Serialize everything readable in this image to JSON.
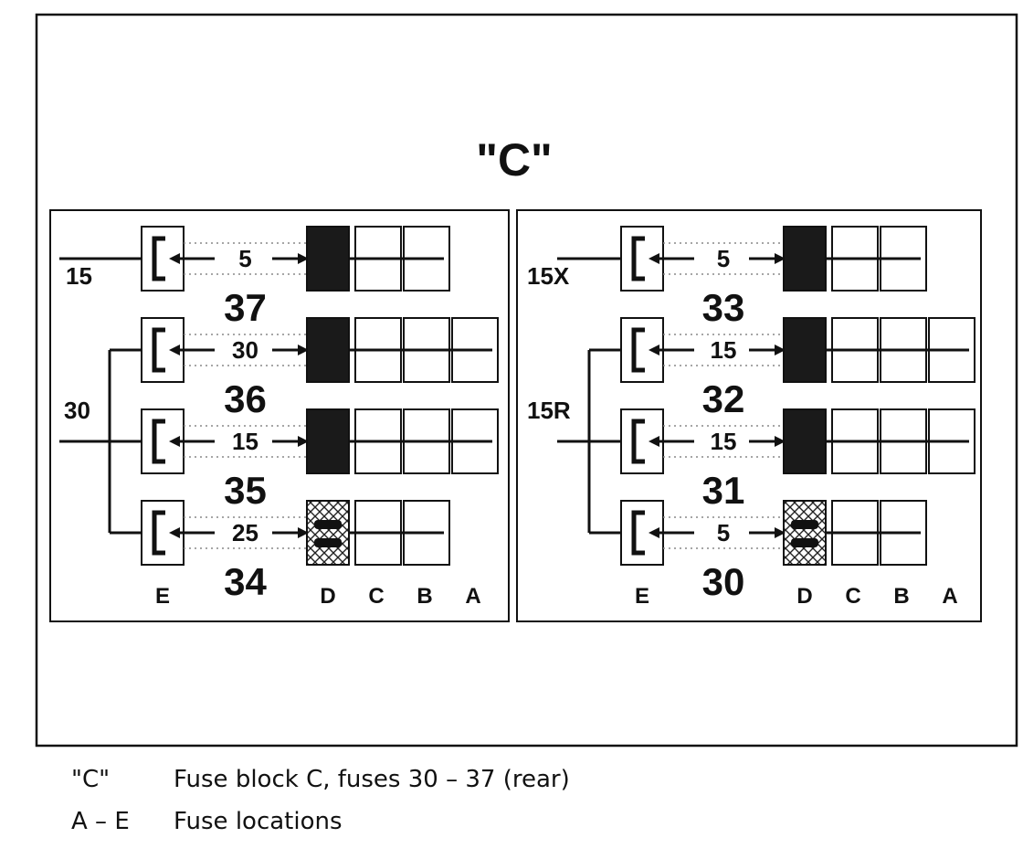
{
  "title": "\"C\"",
  "column_labels": [
    "E",
    "D",
    "C",
    "B",
    "A"
  ],
  "panels": [
    {
      "id": "left",
      "top_input": "15",
      "bus_input": "30",
      "rows": [
        {
          "amp": "5",
          "fuse": "37",
          "cells": 3,
          "type": "solid"
        },
        {
          "amp": "30",
          "fuse": "36",
          "cells": 4,
          "type": "solid"
        },
        {
          "amp": "15",
          "fuse": "35",
          "cells": 4,
          "type": "solid"
        },
        {
          "amp": "25",
          "fuse": "34",
          "cells": 3,
          "type": "hatched"
        }
      ]
    },
    {
      "id": "right",
      "top_input": "15X",
      "bus_input": "15R",
      "rows": [
        {
          "amp": "5",
          "fuse": "33",
          "cells": 3,
          "type": "solid"
        },
        {
          "amp": "15",
          "fuse": "32",
          "cells": 4,
          "type": "solid"
        },
        {
          "amp": "15",
          "fuse": "31",
          "cells": 4,
          "type": "solid"
        },
        {
          "amp": "5",
          "fuse": "30",
          "cells": 3,
          "type": "hatched"
        }
      ]
    }
  ],
  "legend": [
    {
      "key": "\"C\"",
      "text": "Fuse block C, fuses 30 – 37 (rear)"
    },
    {
      "key": "A – E",
      "text": "Fuse locations"
    }
  ],
  "colors": {
    "fuse_fill": "#1a1a1a",
    "line": "#111111",
    "dotted": "#888888"
  }
}
